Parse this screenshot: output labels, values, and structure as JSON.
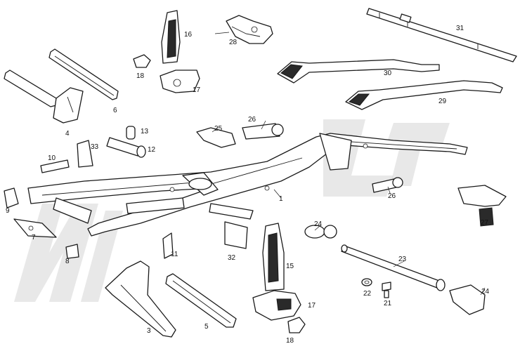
{
  "diagram": {
    "callouts": [
      {
        "id": "p1",
        "label": "1"
      },
      {
        "id": "p3",
        "label": "3"
      },
      {
        "id": "p4",
        "label": "4"
      },
      {
        "id": "p5",
        "label": "5"
      },
      {
        "id": "p6",
        "label": "6"
      },
      {
        "id": "p7",
        "label": "7"
      },
      {
        "id": "p8",
        "label": "8"
      },
      {
        "id": "p9",
        "label": "9"
      },
      {
        "id": "p10",
        "label": "10"
      },
      {
        "id": "p11",
        "label": "11"
      },
      {
        "id": "p12",
        "label": "12"
      },
      {
        "id": "p13",
        "label": "13"
      },
      {
        "id": "p15",
        "label": "15"
      },
      {
        "id": "p16",
        "label": "16"
      },
      {
        "id": "p17a",
        "label": "17"
      },
      {
        "id": "p17b",
        "label": "17"
      },
      {
        "id": "p18a",
        "label": "18"
      },
      {
        "id": "p18b",
        "label": "18"
      },
      {
        "id": "p21",
        "label": "21"
      },
      {
        "id": "p22",
        "label": "22"
      },
      {
        "id": "p23",
        "label": "23"
      },
      {
        "id": "p24a",
        "label": "24"
      },
      {
        "id": "p24b",
        "label": "24"
      },
      {
        "id": "p25",
        "label": "25"
      },
      {
        "id": "p26a",
        "label": "26"
      },
      {
        "id": "p26b",
        "label": "26"
      },
      {
        "id": "p27",
        "label": "27"
      },
      {
        "id": "p28",
        "label": "28"
      },
      {
        "id": "p29",
        "label": "29"
      },
      {
        "id": "p30",
        "label": "30"
      },
      {
        "id": "p31",
        "label": "31"
      },
      {
        "id": "p32",
        "label": "32"
      },
      {
        "id": "p33",
        "label": "33"
      }
    ],
    "colors": {
      "line": "#1a1a1a",
      "fill": "#ffffff",
      "watermark": "#d6d6d6"
    }
  }
}
